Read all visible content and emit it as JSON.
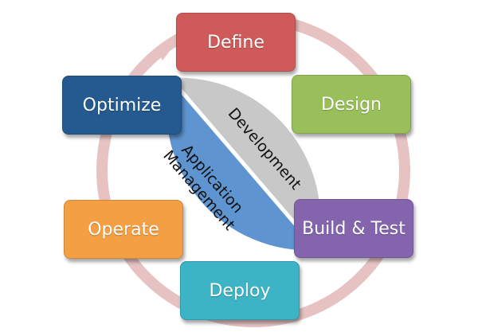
{
  "colors": {
    "ring": "#e6c2c2",
    "development_sector": "#c8c8c8",
    "application_sector": "#5e94cf",
    "divider": "#ffffff",
    "define": "#cf5a5a",
    "design": "#98bf5a",
    "build_test": "#8465ad",
    "deploy": "#3db3c6",
    "operate": "#f3a045",
    "optimize": "#245a8f"
  },
  "sectors": {
    "development": "Development",
    "application_line1": "Application",
    "application_line2": "Management"
  },
  "stages": [
    {
      "id": "define",
      "label": "Define",
      "icon": ""
    },
    {
      "id": "design",
      "label": "Design"
    },
    {
      "id": "build-test",
      "label": "Build & Test"
    },
    {
      "id": "deploy",
      "label": "Deploy"
    },
    {
      "id": "operate",
      "label": "Operate"
    },
    {
      "id": "optimize",
      "label": "Optimize"
    }
  ]
}
